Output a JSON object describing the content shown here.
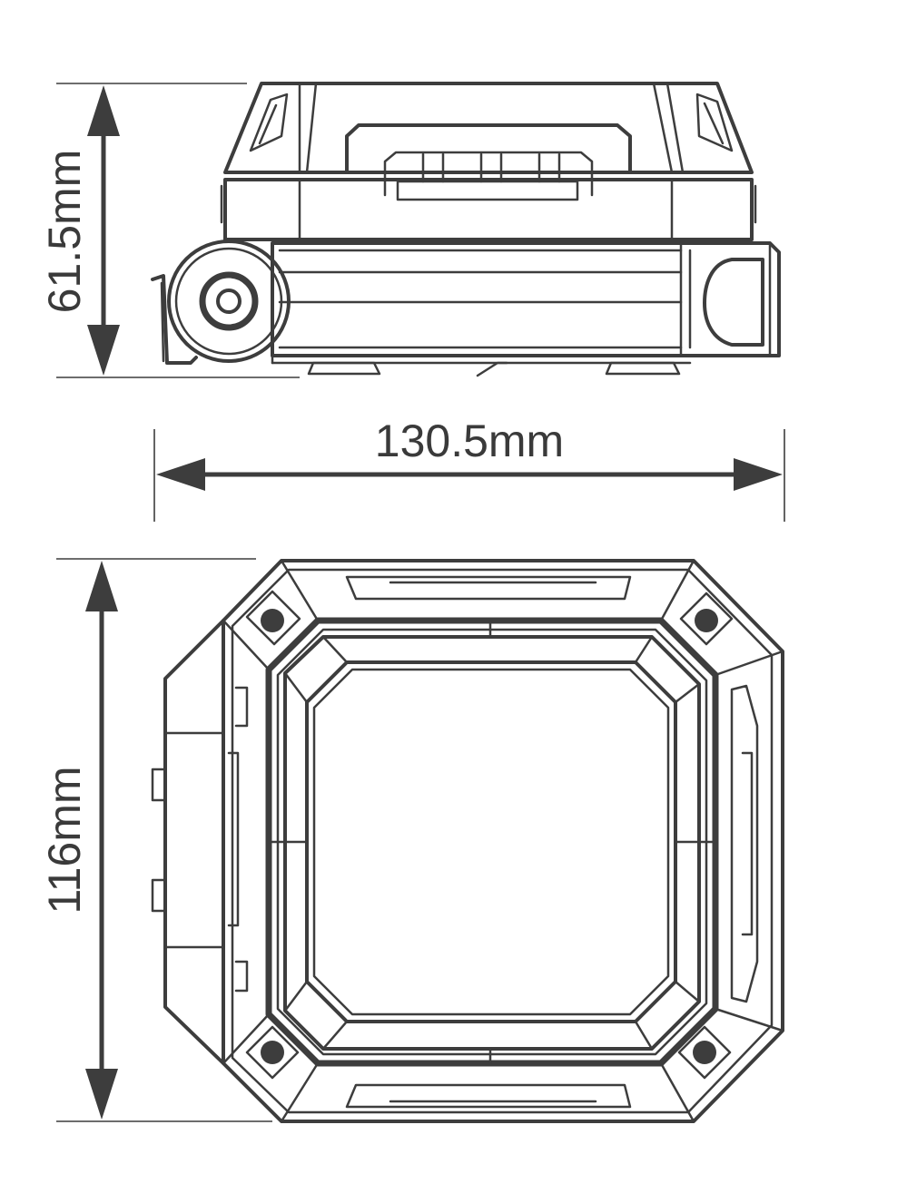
{
  "dimensions": {
    "height_side": "61.5mm",
    "width": "130.5mm",
    "depth_top": "116mm"
  },
  "colors": {
    "line": "#3d3d3d",
    "background": "#ffffff"
  }
}
